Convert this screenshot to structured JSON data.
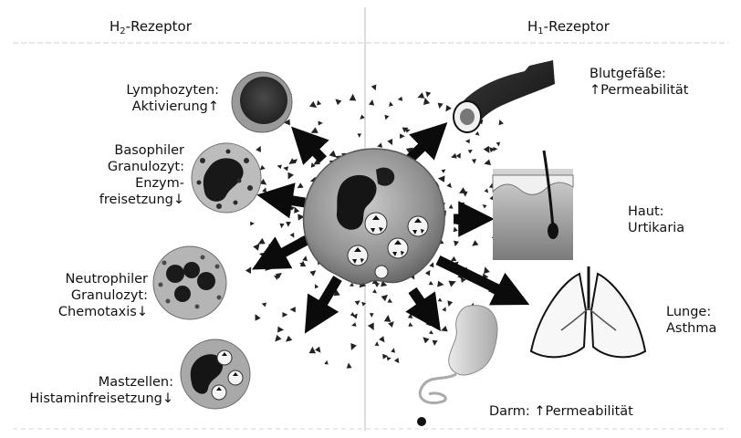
{
  "headers": {
    "left_pre": "H",
    "left_sub": "2",
    "left_post": "-Rezeptor",
    "right_pre": "H",
    "right_sub": "1",
    "right_post": "-Rezeptor"
  },
  "labels_left": {
    "lymphozyten": [
      "Lymphozyten:",
      "Aktivierung↑"
    ],
    "basophiler": [
      "Basophiler",
      "Granulozyt:",
      "Enzym-",
      "freisetzung↓"
    ],
    "neutrophiler": [
      "Neutrophiler",
      "Granulozyt:",
      "Chemotaxis↓"
    ],
    "mastzellen": [
      "Mastzellen:",
      "Histaminfreisetzung↓"
    ]
  },
  "labels_right": {
    "blutgefaesse": [
      "Blutgefäße:",
      "↑Permeabilität"
    ],
    "haut": [
      "Haut:",
      "Urtikaria"
    ],
    "lunge": [
      "Lunge:",
      "Asthma"
    ],
    "darm": [
      "Darm: ↑Permeabilität"
    ]
  }
}
